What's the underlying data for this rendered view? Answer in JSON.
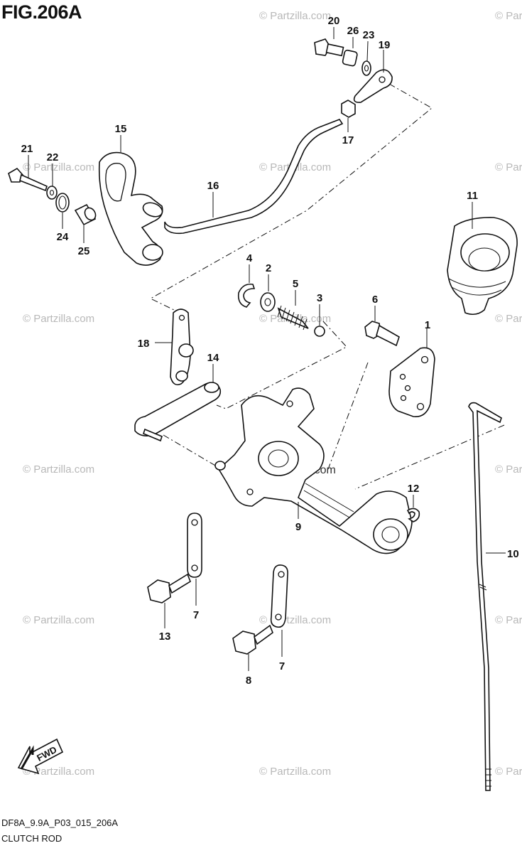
{
  "figure": {
    "title": "FIG.206A",
    "code": "DF8A_9.9A_P03_015_206A",
    "name": "CLUTCH ROD"
  },
  "watermark": {
    "text": "© Partzilla.com"
  },
  "arrow": {
    "label": "FWD"
  },
  "callouts": [
    {
      "id": "1",
      "label": "1"
    },
    {
      "id": "2",
      "label": "2"
    },
    {
      "id": "3",
      "label": "3"
    },
    {
      "id": "4",
      "label": "4"
    },
    {
      "id": "5",
      "label": "5"
    },
    {
      "id": "6",
      "label": "6"
    },
    {
      "id": "7a",
      "label": "7"
    },
    {
      "id": "7b",
      "label": "7"
    },
    {
      "id": "8",
      "label": "8"
    },
    {
      "id": "9",
      "label": "9"
    },
    {
      "id": "10",
      "label": "10"
    },
    {
      "id": "11",
      "label": "11"
    },
    {
      "id": "12",
      "label": "12"
    },
    {
      "id": "13",
      "label": "13"
    },
    {
      "id": "14",
      "label": "14"
    },
    {
      "id": "15",
      "label": "15"
    },
    {
      "id": "16",
      "label": "16"
    },
    {
      "id": "17",
      "label": "17"
    },
    {
      "id": "18",
      "label": "18"
    },
    {
      "id": "19",
      "label": "19"
    },
    {
      "id": "20",
      "label": "20"
    },
    {
      "id": "21",
      "label": "21"
    },
    {
      "id": "22",
      "label": "22"
    },
    {
      "id": "23",
      "label": "23"
    },
    {
      "id": "24",
      "label": "24"
    },
    {
      "id": "25",
      "label": "25"
    },
    {
      "id": "26",
      "label": "26"
    }
  ]
}
